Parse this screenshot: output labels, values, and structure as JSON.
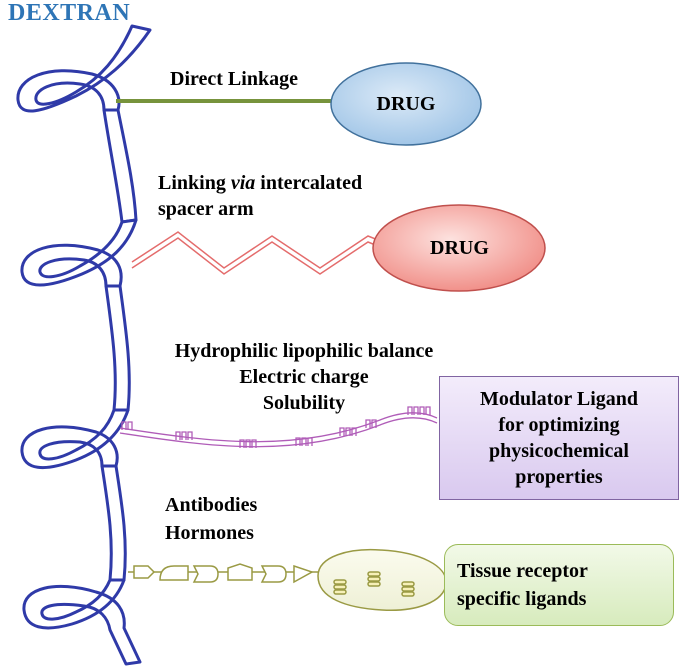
{
  "title": "DEXTRAN",
  "links": {
    "direct": "Direct Linkage",
    "spacer_prefix": "Linking ",
    "spacer_italic": "via",
    "spacer_suffix": " intercalated",
    "spacer_line2": "spacer arm"
  },
  "drug_label": "DRUG",
  "modulator": {
    "props": [
      "Hydrophilic lipophilic balance",
      "Electric charge",
      "Solubility"
    ],
    "box_lines": [
      "Modulator Ligand",
      "for optimizing",
      "physicochemical",
      "properties"
    ]
  },
  "targeting": {
    "examples": [
      "Antibodies",
      "Hormones"
    ],
    "box_lines": [
      "Tissue receptor",
      "specific ligands"
    ]
  },
  "colors": {
    "title": "#2e75b6",
    "helix": "#2f3aa8",
    "direct_link": "#77933c",
    "drug1_fill": "#9dc3e6",
    "drug2_fill": "#f4a09a",
    "spacer": "#e46c6c",
    "modulator_line": "#b05db8",
    "modulator_box": "#e2d6f2",
    "ligand_line": "#9a9a44",
    "tissue_box": "#e2f0d0"
  }
}
